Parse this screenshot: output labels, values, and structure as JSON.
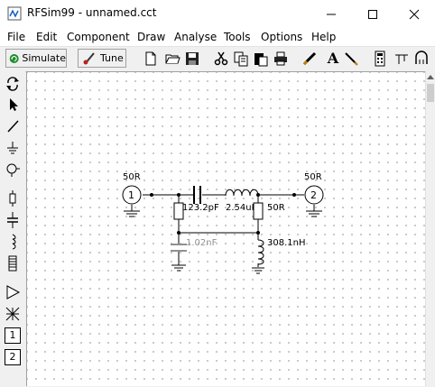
{
  "window": {
    "title": "RFSim99 - unnamed.cct"
  },
  "menu": [
    "File",
    "Edit",
    "Component",
    "Draw",
    "Analyse",
    "Tools",
    "Options",
    "Help"
  ],
  "toolbar": {
    "simulate_label": "Simulate",
    "tune_label": "Tune",
    "icons": [
      "new-icon",
      "open-icon",
      "save-icon",
      "cut-icon",
      "copy-icon",
      "paste-icon",
      "print-icon",
      "probe-icon",
      "text-icon",
      "pen-icon",
      "calculator-icon",
      "transmission-line-icon",
      "inductor-design-icon"
    ]
  },
  "left_tools": [
    "rotate-icon",
    "select-arrow-icon",
    "wire-icon",
    "ground-icon",
    "probe-source-icon",
    "resistor-icon",
    "capacitor-icon",
    "inductor-icon",
    "transmission-line-icon",
    "amplifier-icon",
    "transformer-icon",
    "port-1-icon",
    "port-2-icon"
  ],
  "circuit": {
    "port1_impedance": "50R",
    "port2_impedance": "50R",
    "port1_number": "1",
    "port2_number": "2",
    "series_cap": "123.2pF",
    "series_ind": "2.54uH",
    "series_res": "50R",
    "shunt_cap": "1.02nF",
    "shunt_ind": "308.1nH"
  },
  "colors": {
    "accent_green": "#1e8c2a",
    "disabled_grey": "#909090"
  }
}
